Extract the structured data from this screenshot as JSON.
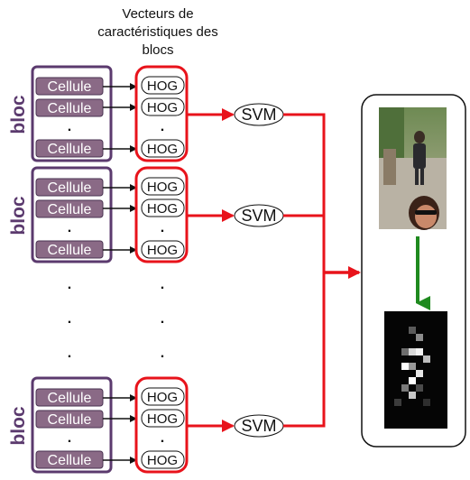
{
  "header": {
    "line1": "Vecteurs de",
    "line2": "caractéristiques des",
    "line3": "blocs"
  },
  "labels": {
    "bloc": "bloc",
    "cellule": "Cellule",
    "hog": "HOG",
    "svm": "SVM",
    "dot": "."
  },
  "colors": {
    "bloc_border": "#5b3a6e",
    "cell_fill": "#8a6a86",
    "cell_text": "#ffffff",
    "red": "#e8131b",
    "green": "#1f8a1f",
    "dark": "#111111"
  },
  "blocks": [
    {
      "cells": 4,
      "show_dots": true
    },
    {
      "cells": 4,
      "show_dots": true
    },
    {
      "cells": 4,
      "show_dots": true
    }
  ],
  "output": {
    "input_image": "photo-of-people",
    "result_image": "saliency-map"
  }
}
